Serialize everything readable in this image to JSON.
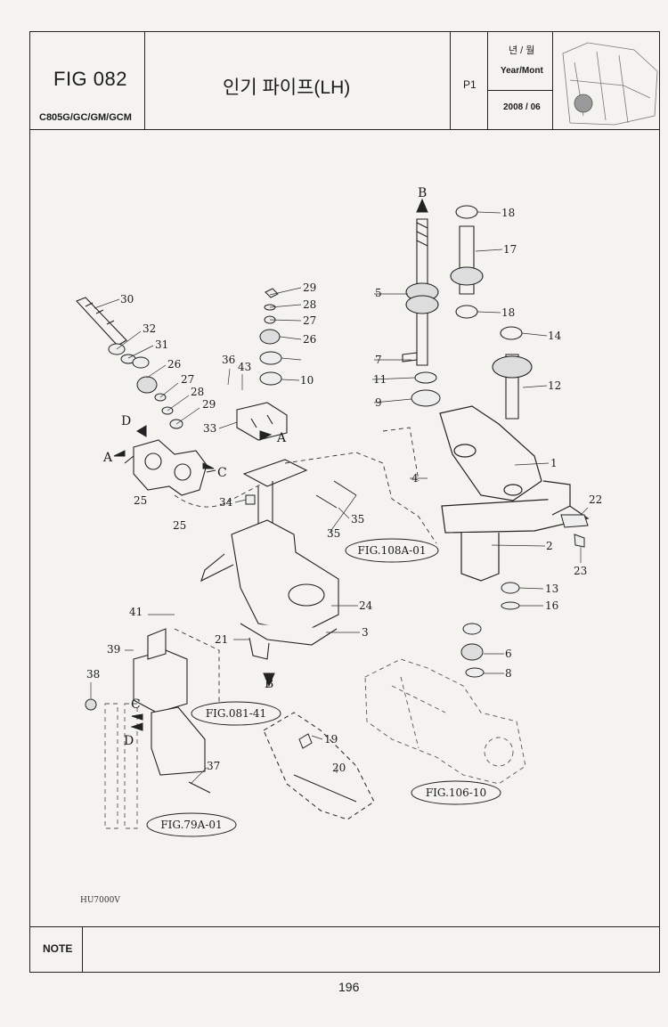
{
  "header": {
    "fig_id": "FIG 082",
    "model": "C805G/GC/GM/GCM",
    "title": "인기 파이프(LH)",
    "page_code": "P1",
    "date_label_ko": "년 / 월",
    "date_label_en": "Year/Mont",
    "date_value": "2008 / 06"
  },
  "parts": [
    {
      "id": "1"
    },
    {
      "id": "2"
    },
    {
      "id": "3"
    },
    {
      "id": "4"
    },
    {
      "id": "5"
    },
    {
      "id": "6"
    },
    {
      "id": "7"
    },
    {
      "id": "8"
    },
    {
      "id": "9"
    },
    {
      "id": "10"
    },
    {
      "id": "11"
    },
    {
      "id": "12"
    },
    {
      "id": "13"
    },
    {
      "id": "14"
    },
    {
      "id": "16"
    },
    {
      "id": "17"
    },
    {
      "id": "18"
    },
    {
      "id": "19"
    },
    {
      "id": "20"
    },
    {
      "id": "21"
    },
    {
      "id": "22"
    },
    {
      "id": "23"
    },
    {
      "id": "24"
    },
    {
      "id": "25"
    },
    {
      "id": "26"
    },
    {
      "id": "27"
    },
    {
      "id": "28"
    },
    {
      "id": "29"
    },
    {
      "id": "30"
    },
    {
      "id": "31"
    },
    {
      "id": "32"
    },
    {
      "id": "33"
    },
    {
      "id": "34"
    },
    {
      "id": "35"
    },
    {
      "id": "36"
    },
    {
      "id": "37"
    },
    {
      "id": "38"
    },
    {
      "id": "39"
    },
    {
      "id": "41"
    },
    {
      "id": "43"
    }
  ],
  "references": [
    "FIG.108A-01",
    "FIG.081-41",
    "FIG.106-10",
    "FIG.79A-01"
  ],
  "flow_letters": [
    "A",
    "B",
    "C",
    "D"
  ],
  "drawing_code": "HU7000V",
  "note_label": "NOTE",
  "page_number": "196"
}
